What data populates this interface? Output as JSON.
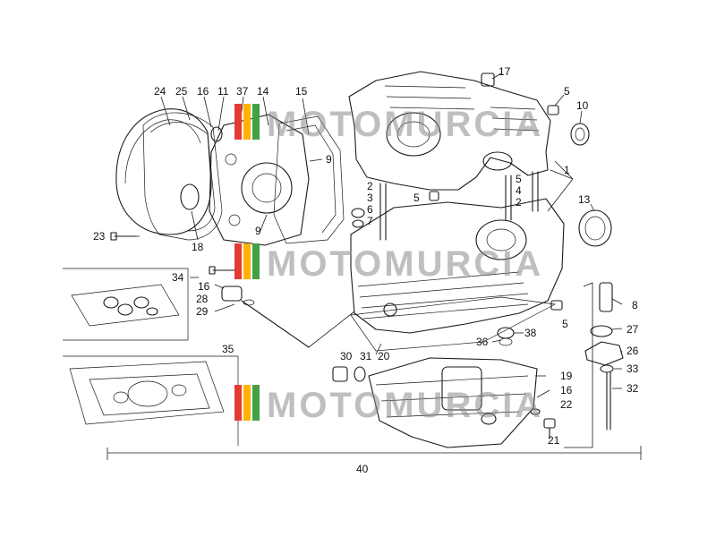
{
  "watermark": {
    "text": "MOTOMURCIA",
    "stripe_colors": [
      "#e53935",
      "#ffb300",
      "#43a047"
    ],
    "text_color": "#8a8a8a"
  },
  "callouts": [
    {
      "id": "c24",
      "label": "24"
    },
    {
      "id": "c25",
      "label": "25"
    },
    {
      "id": "c16a",
      "label": "16"
    },
    {
      "id": "c11",
      "label": "11"
    },
    {
      "id": "c37",
      "label": "37"
    },
    {
      "id": "c14",
      "label": "14"
    },
    {
      "id": "c15",
      "label": "15"
    },
    {
      "id": "c17",
      "label": "17"
    },
    {
      "id": "c5a",
      "label": "5"
    },
    {
      "id": "c10",
      "label": "10"
    },
    {
      "id": "c9a",
      "label": "9"
    },
    {
      "id": "c2a",
      "label": "2"
    },
    {
      "id": "c3",
      "label": "3"
    },
    {
      "id": "c6",
      "label": "6"
    },
    {
      "id": "c7",
      "label": "7"
    },
    {
      "id": "c5b",
      "label": "5"
    },
    {
      "id": "c5c",
      "label": "5"
    },
    {
      "id": "c4",
      "label": "4"
    },
    {
      "id": "c2b",
      "label": "2"
    },
    {
      "id": "c1",
      "label": "1"
    },
    {
      "id": "c13",
      "label": "13"
    },
    {
      "id": "c23",
      "label": "23"
    },
    {
      "id": "c18",
      "label": "18"
    },
    {
      "id": "c9b",
      "label": "9"
    },
    {
      "id": "c34",
      "label": "34"
    },
    {
      "id": "c16b",
      "label": "16"
    },
    {
      "id": "c28",
      "label": "28"
    },
    {
      "id": "c29",
      "label": "29"
    },
    {
      "id": "c8",
      "label": "8"
    },
    {
      "id": "c27",
      "label": "27"
    },
    {
      "id": "c5d",
      "label": "5"
    },
    {
      "id": "c38",
      "label": "38"
    },
    {
      "id": "c36",
      "label": "36"
    },
    {
      "id": "c26",
      "label": "26"
    },
    {
      "id": "c35",
      "label": "35"
    },
    {
      "id": "c20",
      "label": "20"
    },
    {
      "id": "c30",
      "label": "30"
    },
    {
      "id": "c31",
      "label": "31"
    },
    {
      "id": "c33",
      "label": "33"
    },
    {
      "id": "c19",
      "label": "19"
    },
    {
      "id": "c16c",
      "label": "16"
    },
    {
      "id": "c32",
      "label": "32"
    },
    {
      "id": "c22",
      "label": "22"
    },
    {
      "id": "c21",
      "label": "21"
    },
    {
      "id": "c40",
      "label": "40"
    }
  ]
}
